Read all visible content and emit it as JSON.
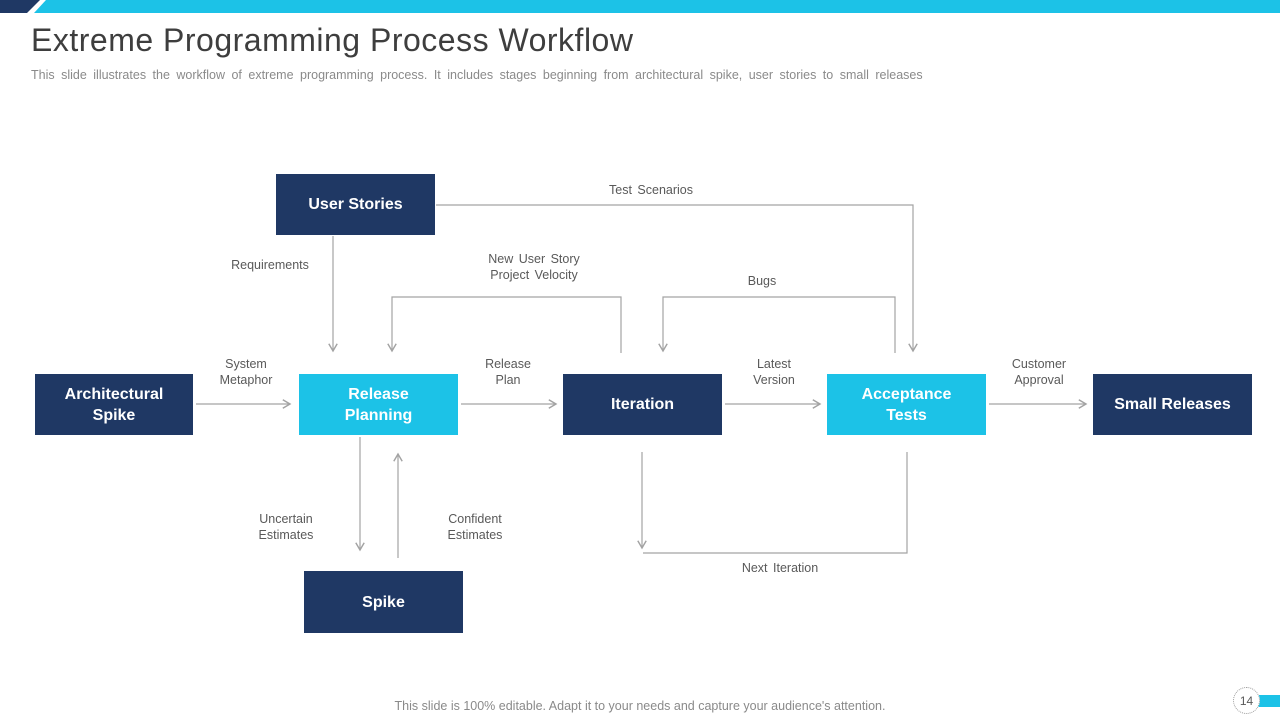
{
  "slide": {
    "title": "Extreme Programming Process Workflow",
    "subtitle": "This slide illustrates the workflow of extreme programming process. It includes stages beginning from architectural spike, user stories to small releases",
    "footer_note": "This slide is 100% editable. Adapt it to your needs and capture your audience's attention.",
    "page_number": "14"
  },
  "colors": {
    "navy": "#1f3864",
    "cyan": "#1cc2e7",
    "line": "#a3a3a3",
    "label-gray": "#595959",
    "title-color": "#3e3e3e",
    "muted": "#8a8a8a"
  },
  "nodes": {
    "user_stories": {
      "label": "User Stories"
    },
    "architectural_spike": {
      "label": "Architectural\nSpike"
    },
    "release_planning": {
      "label": "Release\nPlanning"
    },
    "iteration": {
      "label": "Iteration"
    },
    "acceptance_tests": {
      "label": "Acceptance\nTests"
    },
    "small_releases": {
      "label": "Small Releases"
    },
    "spike": {
      "label": "Spike"
    }
  },
  "edge_labels": {
    "test_scenarios": "Test Scenarios",
    "requirements": "Requirements",
    "new_user_story": "New User Story\nProject Velocity",
    "bugs": "Bugs",
    "system_metaphor": "System\nMetaphor",
    "release_plan": "Release\nPlan",
    "latest_version": "Latest\nVersion",
    "customer_approval": "Customer\nApproval",
    "uncertain_estimates": "Uncertain\nEstimates",
    "confident_estimates": "Confident\nEstimates",
    "next_iteration": "Next Iteration"
  }
}
